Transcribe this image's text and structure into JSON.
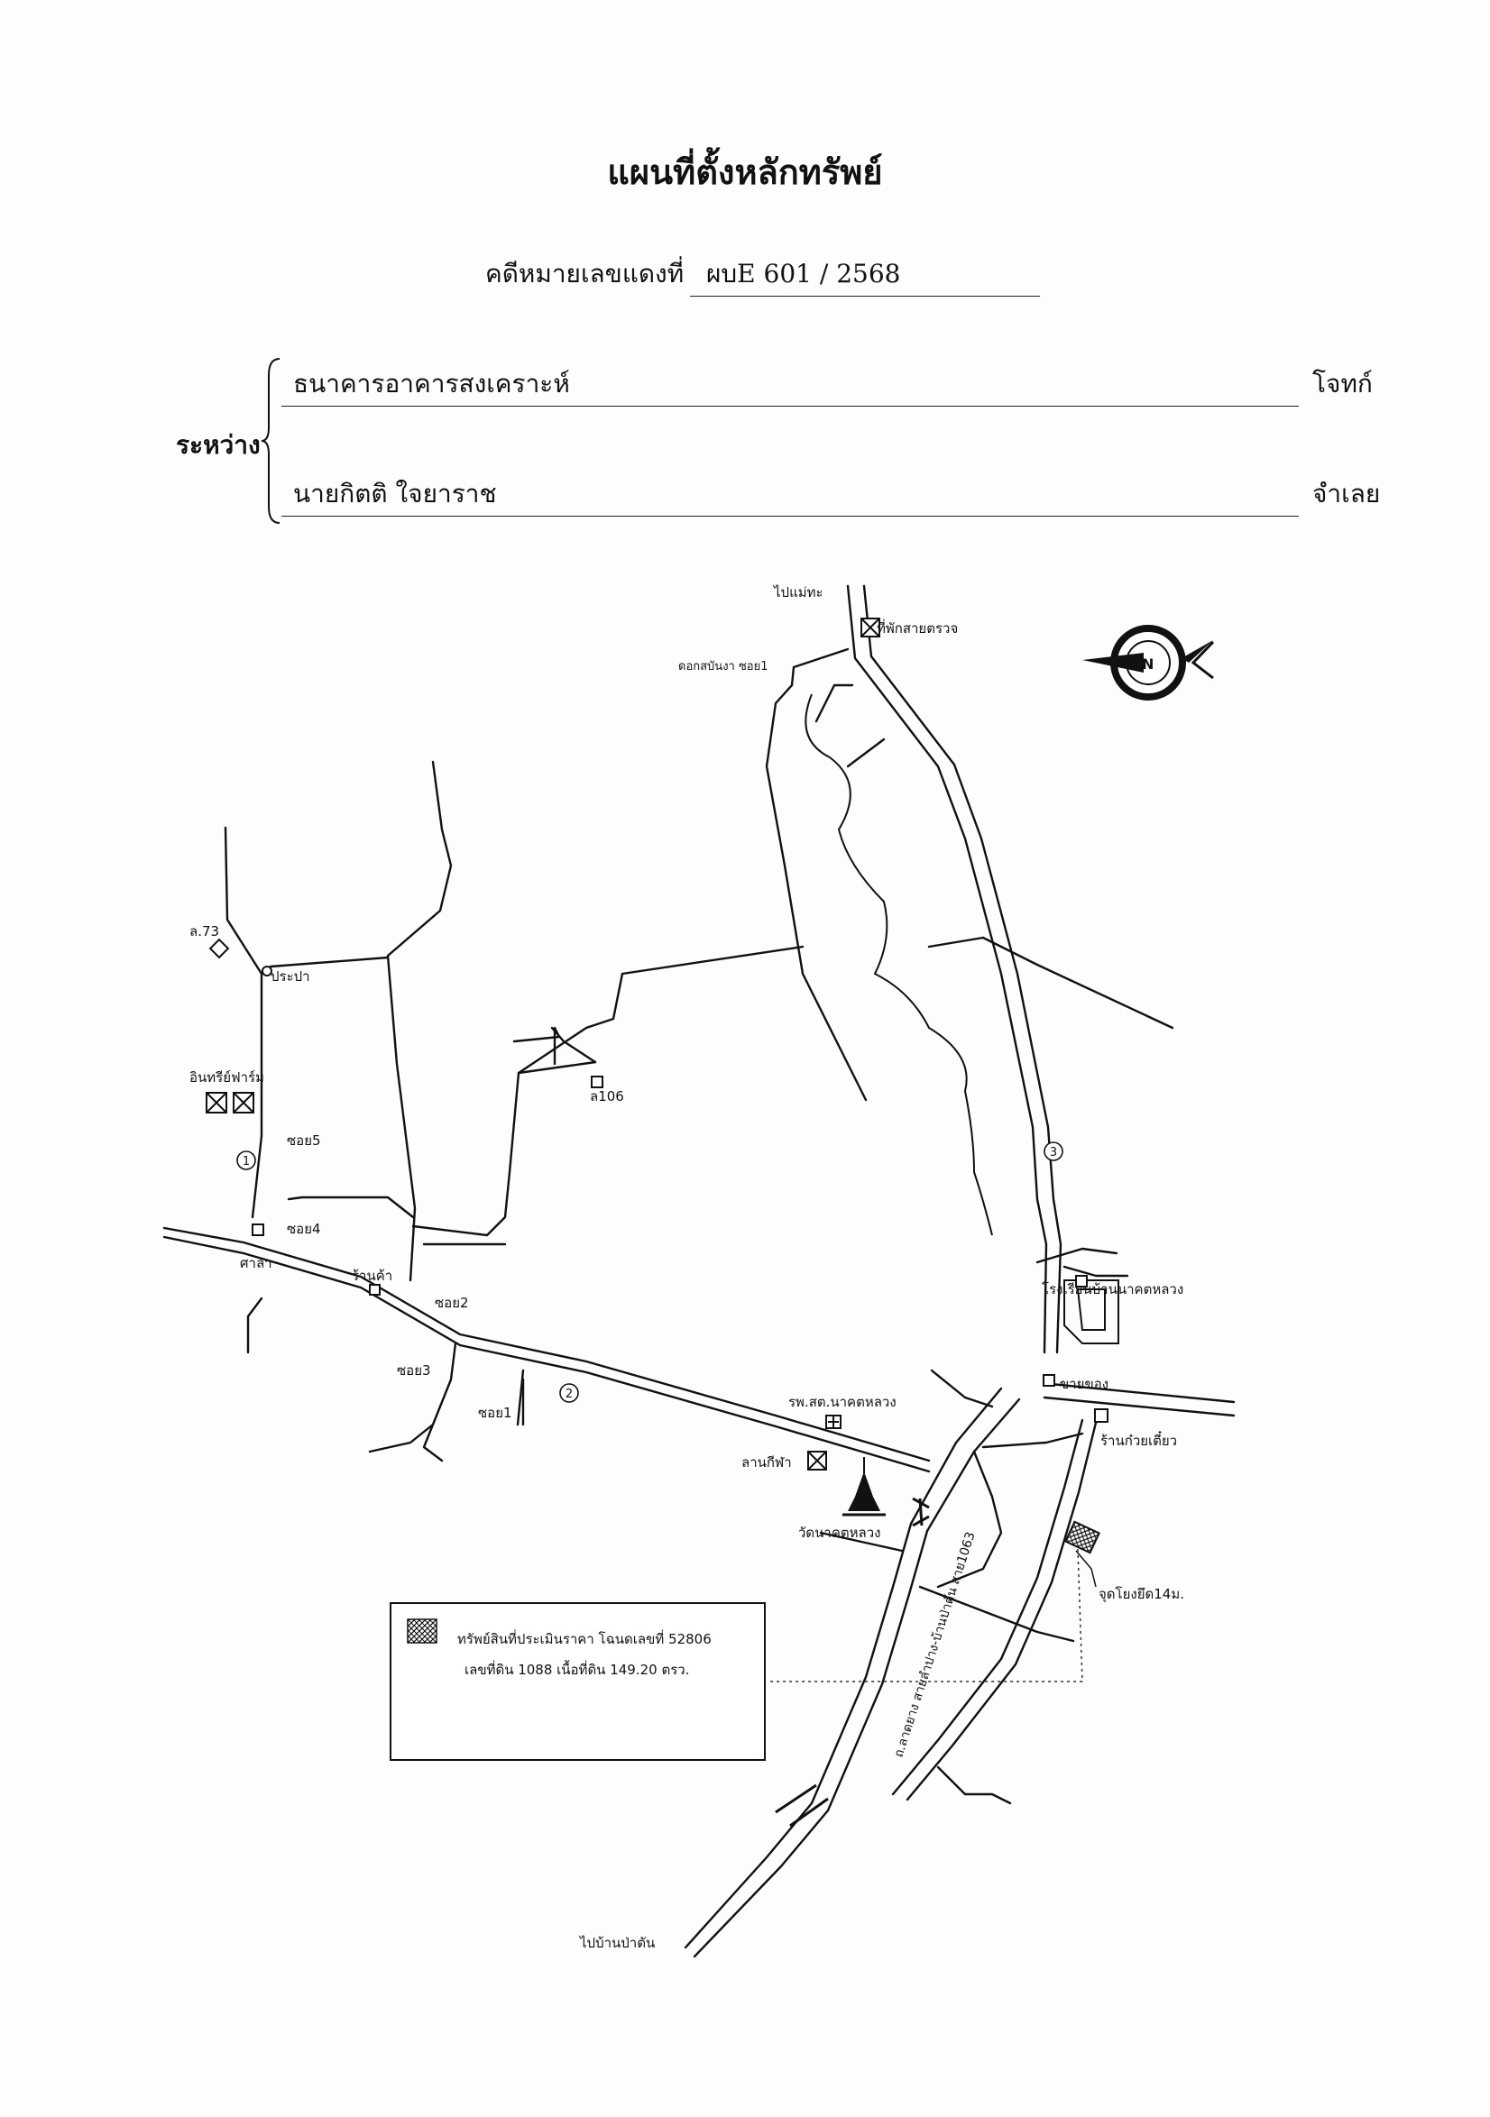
{
  "header": {
    "title": "แผนที่ตั้งหลักทรัพย์",
    "case_label": "คดีหมายเลขแดงที่",
    "case_number": "ผบE 601 / 2568"
  },
  "parties": {
    "between_label": "ระหว่าง",
    "plaintiff_name": "ธนาคารอาคารสงเคราะห์",
    "plaintiff_role": "โจทก์",
    "defendant_name": "นายกิตติ  ใจยาราช",
    "defendant_role": "จำเลย"
  },
  "map": {
    "labels": {
      "to_north": "ไปแม่ทะ",
      "police_box": "ที่พักสายตรวจ",
      "soi1_top": "ดอกสบันงา ซอย1",
      "l73": "ล.73",
      "prapa": "ประปา",
      "farm": "อินทรีย์ฟาร์ม",
      "soi5": "ซอย5",
      "soi4": "ซอย4",
      "sala": "ศาลา",
      "shop": "ร้านค้า",
      "soi2": "ซอย2",
      "soi3": "ซอย3",
      "soi1_bottom": "ซอย1",
      "l106": "ล106",
      "school": "โรงเรียนบ้านนาคตหลวง",
      "barber": "ขายของ",
      "noodle_shop": "ร้านก๋วยเตี๋ยว",
      "hospital": "รพ.สต.นาคตหลวง",
      "sport_field": "ลานกีฬา",
      "temple": "วัดนาคตหลวง",
      "ref_point": "จุดโยงยึด14ม.",
      "road_label": "ถ.ลาดยาง สายลำปาง-บ้านป่าตัน สาย1063",
      "to_south": "ไปบ้านป่าตัน",
      "compass_n": "N"
    },
    "route_numbers": [
      "1",
      "2",
      "3"
    ],
    "legend": {
      "line1": "ทรัพย์สินที่ประเมินราคา โฉนดเลขที่ 52806",
      "line2": "เลขที่ดิน 1088 เนื้อที่ดิน 149.20 ตรว."
    }
  }
}
